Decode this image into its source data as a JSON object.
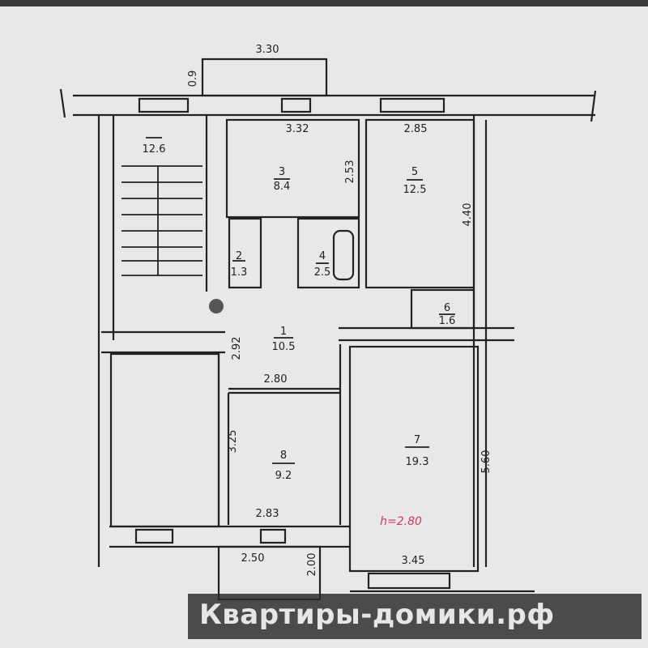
{
  "plan": {
    "dimensions": {
      "balcony_width": "3.30",
      "balcony_depth": "0.9",
      "room3_width": "3.32",
      "room3_depth": "2.53",
      "room5_width": "2.85",
      "room5_depth": "4.40",
      "corridor_depth": "2.92",
      "corridor_width": "2.80",
      "room8_depth": "3.25",
      "room8_width": "2.83",
      "room7_depth": "5.60",
      "room7_width": "3.45",
      "loggia_width": "2.50",
      "loggia_depth": "2.00"
    },
    "rooms": [
      {
        "number": "1",
        "area": "10.5"
      },
      {
        "number": "2",
        "area": "1.3"
      },
      {
        "number": "3",
        "area": "8.4"
      },
      {
        "number": "4",
        "area": "2.5"
      },
      {
        "number": "5",
        "area": "12.5"
      },
      {
        "number": "6",
        "area": "1.6"
      },
      {
        "number": "7",
        "area": "19.3"
      },
      {
        "number": "8",
        "area": "9.2"
      }
    ],
    "stairwell_area": "12.6",
    "ceiling_height": "h=2.80"
  },
  "watermark": {
    "text": "Квартиры-домики.рф"
  }
}
